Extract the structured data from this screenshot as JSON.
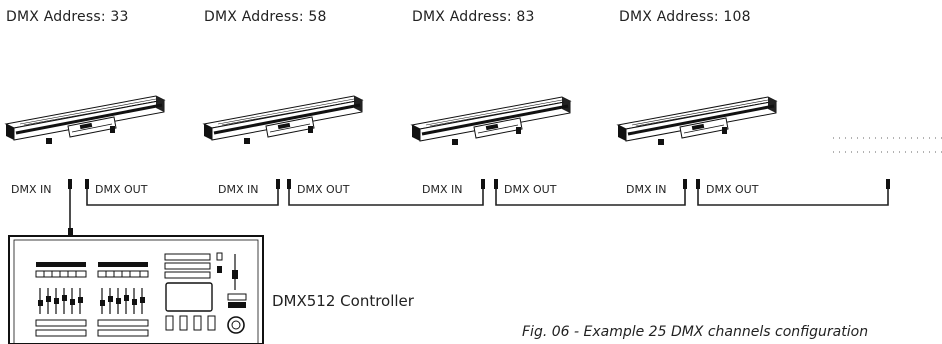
{
  "fixtures": [
    {
      "address_label": "DMX Address: 33"
    },
    {
      "address_label": "DMX Address: 58"
    },
    {
      "address_label": "DMX Address: 83"
    },
    {
      "address_label": "DMX Address: 108"
    }
  ],
  "ports": {
    "in_label": "DMX IN",
    "out_label": "DMX OUT"
  },
  "controller": {
    "label": "DMX512 Controller"
  },
  "caption": "Fig. 06 - Example 25 DMX channels configuration"
}
